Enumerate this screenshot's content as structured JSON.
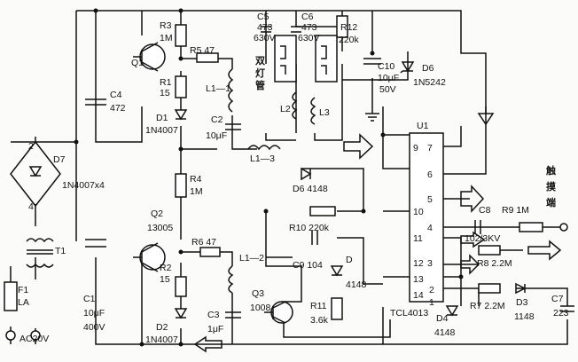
{
  "components": {
    "d7": {
      "ref": "D7",
      "pin2": "2",
      "pin4": "4",
      "bridge": "1N4007x4"
    },
    "t1": "T1",
    "f1": {
      "ref": "F1",
      "value": "LA"
    },
    "ac": "AC20V",
    "c1": {
      "ref": "C1",
      "value": "10μF",
      "voltage": "400V"
    },
    "c4": {
      "ref": "C4",
      "value": "472"
    },
    "q1": "Q1",
    "q2": {
      "ref": "Q2",
      "part": "13005"
    },
    "q3": {
      "ref": "Q3",
      "part": "1008"
    },
    "r1": {
      "ref": "R1",
      "value": "15"
    },
    "r2": {
      "ref": "R2",
      "value": "15"
    },
    "r3": {
      "ref": "R3",
      "value": "1M"
    },
    "r4": {
      "ref": "R4",
      "value": "1M"
    },
    "r5": "R5  47",
    "r6": "R6  47",
    "d1": {
      "ref": "D1",
      "part": "1N4007"
    },
    "d2": {
      "ref": "D2",
      "part": "1N4007"
    },
    "l1_1": "L1—1",
    "l1_2": "L1—2",
    "l1_3": "L1—3",
    "c2": {
      "ref": "C2",
      "value": "10μF"
    },
    "c3": {
      "ref": "C3",
      "value": "1μF"
    },
    "lamp": [
      "双",
      "灯",
      "管"
    ],
    "c5": {
      "ref": "C5",
      "value": "473",
      "voltage": "630V"
    },
    "c6": {
      "ref": "C6",
      "value": "473",
      "voltage": "630V"
    },
    "r12": {
      "ref": "R12",
      "value": "220k"
    },
    "l2": "L2",
    "l3": "L3",
    "c10": {
      "ref": "C10",
      "value": "10μF",
      "voltage": "50V"
    },
    "d6z": {
      "ref": "D6",
      "part": "1N5242"
    },
    "u1": {
      "ref": "U1",
      "part": "TCL4013"
    },
    "pins": {
      "p9": "9",
      "p7": "7",
      "p6": "6",
      "p10": "10",
      "p5": "5",
      "p4": "4",
      "p11": "11",
      "p12": "12",
      "p3": "3",
      "p13": "13",
      "p14": "14",
      "p1": "1",
      "p2": "2"
    },
    "d6": "D6  4148",
    "r10": "R10  220k",
    "c9": "C9  104",
    "d": {
      "ref": "D",
      "part": "4148"
    },
    "r11": {
      "ref": "R11",
      "value": "3.6k"
    },
    "d4": {
      "ref": "D4",
      "part": "4148"
    },
    "c8": {
      "ref": "C8",
      "value": "102/3KV"
    },
    "r9": "R9   1M",
    "r8": "R8  2.2M",
    "r7": "R7  2.2M",
    "d3": {
      "ref": "D3",
      "part": "1148"
    },
    "c7": {
      "ref": "C7",
      "value": "223"
    },
    "touch": [
      "触",
      "摸",
      "端"
    ]
  }
}
